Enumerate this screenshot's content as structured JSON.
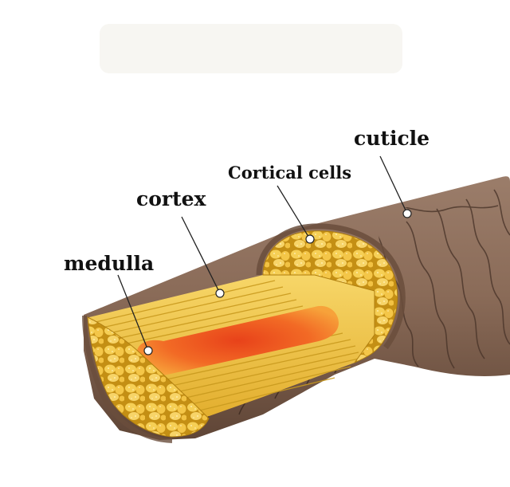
{
  "labels": {
    "cuticle": "cuticle",
    "cortical_cells": "Cortical cells",
    "cortex": "cortex",
    "medulla": "medulla"
  },
  "colors": {
    "cuticle_fill": "#8a6d5b",
    "cuticle_dark": "#5e4638",
    "cortex_fill": "#f2c94c",
    "cortex_stripe": "#c99a1e",
    "cell_fill": "#f6cf55",
    "cell_edge": "#c48f14",
    "medulla_core": "#f05a22",
    "medulla_glow": "#f7a23a",
    "pointer_line": "#222222"
  }
}
